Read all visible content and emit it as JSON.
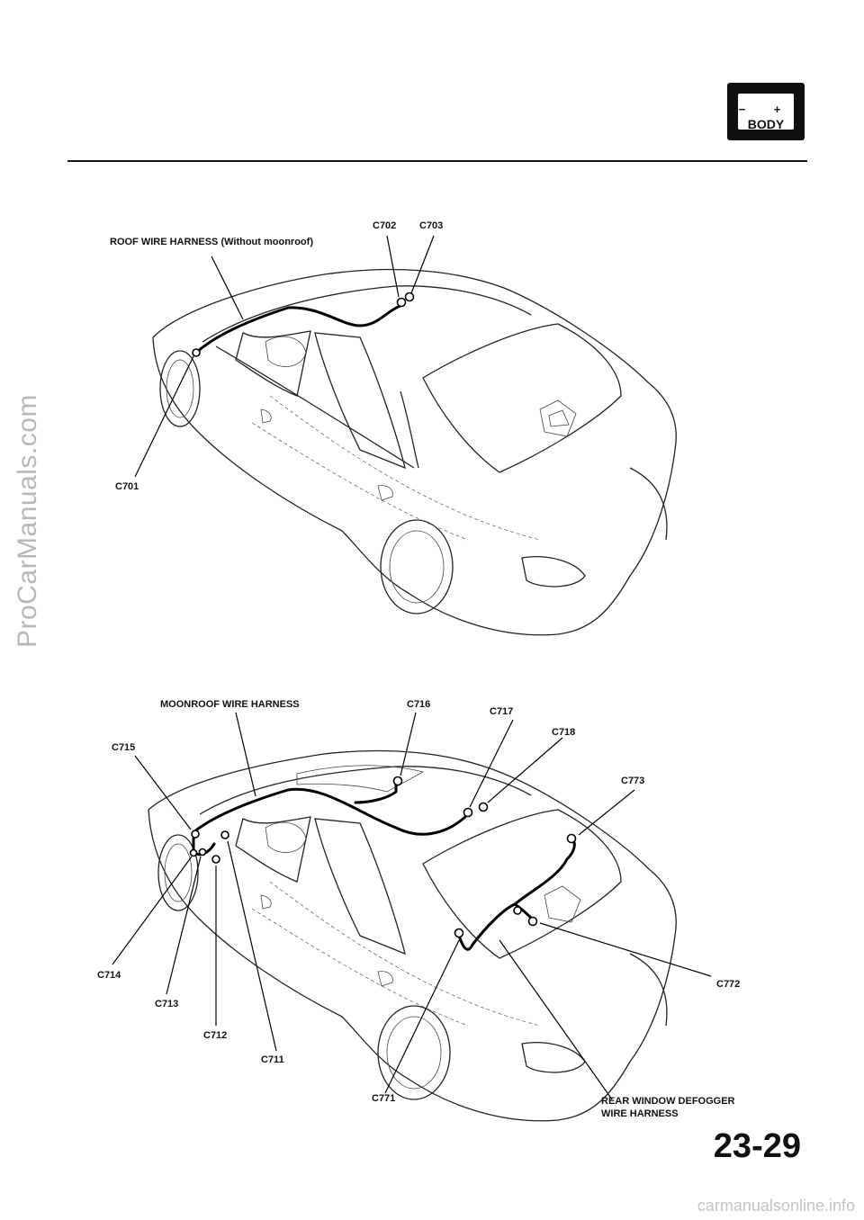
{
  "header": {
    "badge_signs": "− +",
    "badge_text": "BODY"
  },
  "footer": {
    "page_number": "23-29"
  },
  "watermarks": {
    "side": "ProCarManuals.com",
    "bottom": "carmanualsonline.info"
  },
  "diagram_top": {
    "harness_label": "ROOF WIRE HARNESS (Without moonroof)",
    "connectors": [
      "C701",
      "C702",
      "C703"
    ]
  },
  "diagram_bottom": {
    "harness_label": "MOONROOF WIRE HARNESS",
    "defogger_label_line1": "REAR WINDOW DEFOGGER",
    "defogger_label_line2": "WIRE HARNESS",
    "connectors": [
      "C711",
      "C712",
      "C713",
      "C714",
      "C715",
      "C716",
      "C717",
      "C718",
      "C771",
      "C772",
      "C773"
    ]
  }
}
